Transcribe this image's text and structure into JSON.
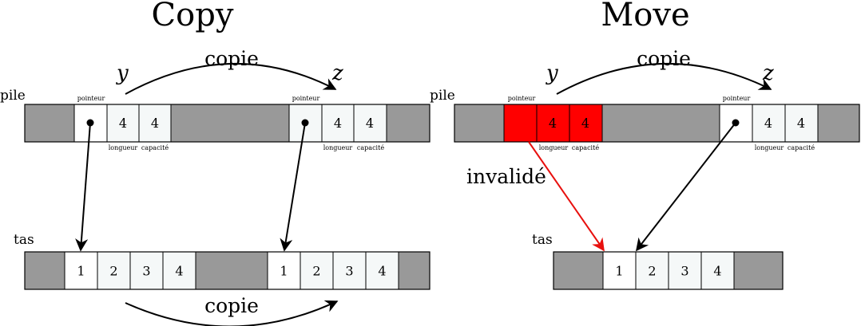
{
  "colors": {
    "stack_gray": "#999999",
    "cell_white": "#ffffff",
    "cell_tint": "#f5f8f8",
    "invalid_red": "#ff0000",
    "arrow_black": "#000000",
    "arrow_red": "#e8100e"
  },
  "copy": {
    "title": "Copy",
    "stack_label": "pile",
    "heap_label": "tas",
    "var_from": "y",
    "var_to": "z",
    "top_arrow_label": "copie",
    "bottom_arrow_label": "copie",
    "left_struct": {
      "pointer_label": "pointeur",
      "length": "4",
      "capacity": "4",
      "length_label": "longueur",
      "capacity_label": "capacité"
    },
    "right_struct": {
      "pointer_label": "pointeur",
      "length": "4",
      "capacity": "4",
      "length_label": "longueur",
      "capacity_label": "capacité"
    },
    "heap_left": [
      "1",
      "2",
      "3",
      "4"
    ],
    "heap_right": [
      "1",
      "2",
      "3",
      "4"
    ]
  },
  "move": {
    "title": "Move",
    "stack_label": "pile",
    "heap_label": "tas",
    "var_from": "y",
    "var_to": "z",
    "top_arrow_label": "copie",
    "invalid_label": "invalidé",
    "left_struct": {
      "pointer_label": "pointeur",
      "length": "4",
      "capacity": "4",
      "length_label": "longueur",
      "capacity_label": "capacité"
    },
    "right_struct": {
      "pointer_label": "pointeur",
      "length": "4",
      "capacity": "4",
      "length_label": "longueur",
      "capacity_label": "capacité"
    },
    "heap": [
      "1",
      "2",
      "3",
      "4"
    ]
  }
}
